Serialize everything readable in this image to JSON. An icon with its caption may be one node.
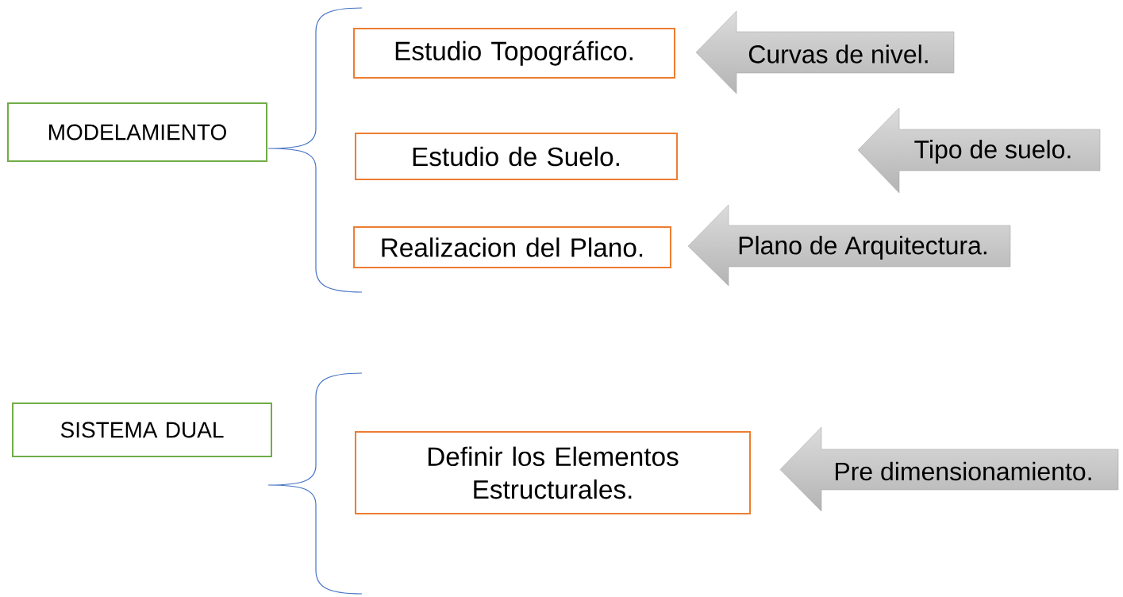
{
  "diagram": {
    "nodes": [
      {
        "text": [
          "MODELAMIENTO"
        ]
      },
      {
        "text": [
          "Estudio Topográfico."
        ]
      },
      {
        "text": [
          "Estudio de Suelo."
        ]
      },
      {
        "text": [
          "Realizacion del Plano."
        ]
      },
      {
        "text": [
          "Curvas de nivel."
        ]
      },
      {
        "text": [
          "Tipo de suelo."
        ]
      },
      {
        "text": [
          "Plano de Arquitectura."
        ]
      },
      {
        "text": [
          "SISTEMA DUAL"
        ]
      },
      {
        "text": [
          "Definir los Elementos Estructurales."
        ]
      },
      {
        "text": [
          "Pre dimensionamiento."
        ]
      }
    ]
  }
}
